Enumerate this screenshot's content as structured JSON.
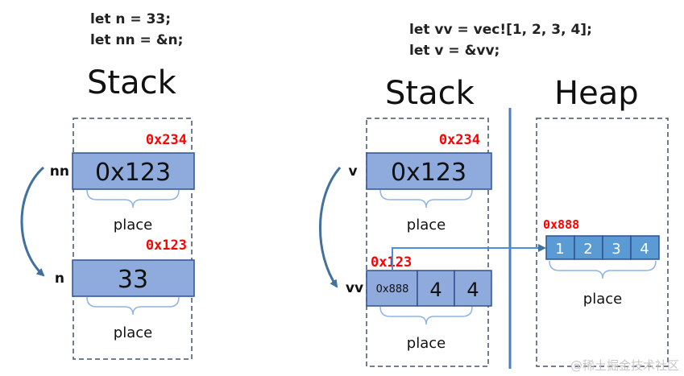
{
  "left": {
    "code": [
      "let n = 33;",
      "let nn = &n;"
    ],
    "stack_title": "Stack",
    "cells": [
      {
        "var": "nn",
        "addr": "0x234",
        "value": "0x123",
        "brace_label": "place"
      },
      {
        "var": "n",
        "addr": "0x123",
        "value": "33",
        "brace_label": "place"
      }
    ]
  },
  "right": {
    "code": [
      "let vv = vec![1, 2, 3, 4];",
      "let v = &vv;"
    ],
    "stack_title": "Stack",
    "heap_title": "Heap",
    "v_cell": {
      "var": "v",
      "addr": "0x234",
      "value": "0x123",
      "brace_label": "place"
    },
    "vv_cell": {
      "var": "vv",
      "addr": "0x123",
      "parts": [
        "0x888",
        "4",
        "4"
      ],
      "brace_label": "place"
    },
    "heap": {
      "addr": "0x888",
      "items": [
        "1",
        "2",
        "3",
        "4"
      ],
      "brace_label": "place"
    }
  },
  "watermark": "@稀土掘金技术社区",
  "colors": {
    "box_fill": "#8faadc",
    "box_stroke": "#2f528f",
    "heap_fill": "#5b9bd5",
    "addr_text": "#ff0000",
    "dash": "#44546a",
    "divider": "#4a7fc1",
    "arrow": "#41719c",
    "brace": "#8fb4e3"
  }
}
